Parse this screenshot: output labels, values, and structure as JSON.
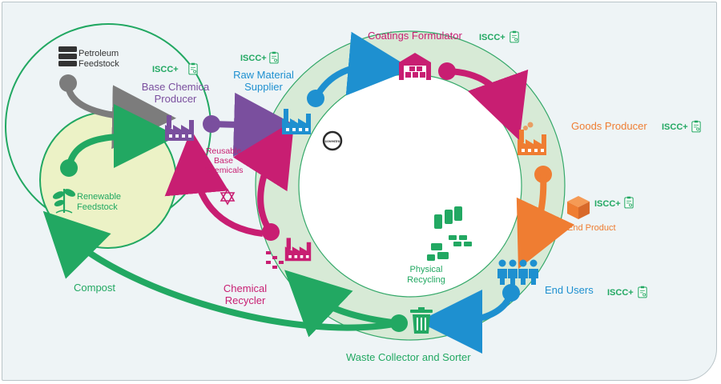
{
  "nodes": {
    "petroleum": {
      "label_line1": "Petroleum",
      "label_line2": "Feedstock"
    },
    "renewable": {
      "label_line1": "Renewable",
      "label_line2": "Feedstock"
    },
    "base_chemical": {
      "label_line1": "Base Chemica",
      "label_line2": "Producer",
      "iscc": "ISCC+"
    },
    "raw_material": {
      "label_line1": "Raw Material",
      "label_line2": "Supplier",
      "iscc": "ISCC+"
    },
    "coatings": {
      "label": "Coatings Formulator",
      "iscc": "ISCC+"
    },
    "goods": {
      "label": "Goods Producer",
      "iscc": "ISCC+"
    },
    "end_product": {
      "label": "End Product",
      "iscc": "ISCC+"
    },
    "end_users": {
      "label": "End Users",
      "iscc": "ISCC+"
    },
    "waste": {
      "label": "Waste Collector and Sorter"
    },
    "chemical_recycler": {
      "label_line1": "Chemical",
      "label_line2": "Recycler"
    },
    "reusable": {
      "line1": "Reusable",
      "line2": "Base",
      "line3": "Chemicals"
    },
    "physical": {
      "line1": "Physical",
      "line2": "Recycling"
    },
    "compost": {
      "label": "Compost"
    },
    "logo": {
      "text": "covestro"
    }
  },
  "colors": {
    "green": "#22a862",
    "gray": "#7c7c7c",
    "purple": "#7a4f9e",
    "blue": "#1e90d0",
    "magenta": "#c81e72",
    "orange": "#ef7d32",
    "ring": "#d7ead6",
    "ring_stroke": "#34a869",
    "renewable_fill": "#ecf2c6"
  },
  "icons": [
    "barrel-stack-icon",
    "sprout-icon",
    "factory-icon",
    "warehouse-icon",
    "box-icon",
    "people-icon",
    "trash-can-icon",
    "recycling-symbol-icon",
    "certificate-icon",
    "covestro-logo"
  ]
}
